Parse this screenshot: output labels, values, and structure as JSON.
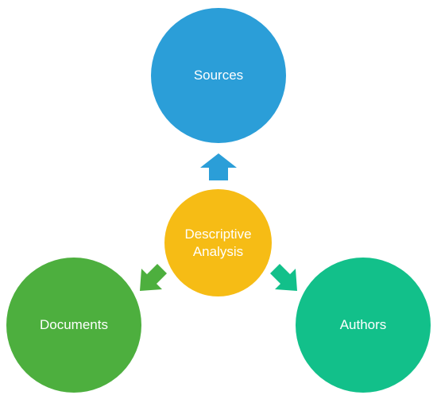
{
  "diagram": {
    "nodes": {
      "sources": {
        "label": "Sources",
        "color": "#2B9ED8"
      },
      "documents": {
        "label": "Documents",
        "color": "#4DAF3E"
      },
      "authors": {
        "label": "Authors",
        "color": "#12C08A"
      },
      "center": {
        "label": "Descriptive\nAnalysis",
        "color": "#F6BC15"
      }
    },
    "arrows": {
      "to_sources": {
        "color": "#2B9ED8",
        "icon": "arrow-up-icon"
      },
      "to_documents": {
        "color": "#4DAF3E",
        "icon": "arrow-down-left-icon"
      },
      "to_authors": {
        "color": "#12C08A",
        "icon": "arrow-down-right-icon"
      }
    }
  }
}
